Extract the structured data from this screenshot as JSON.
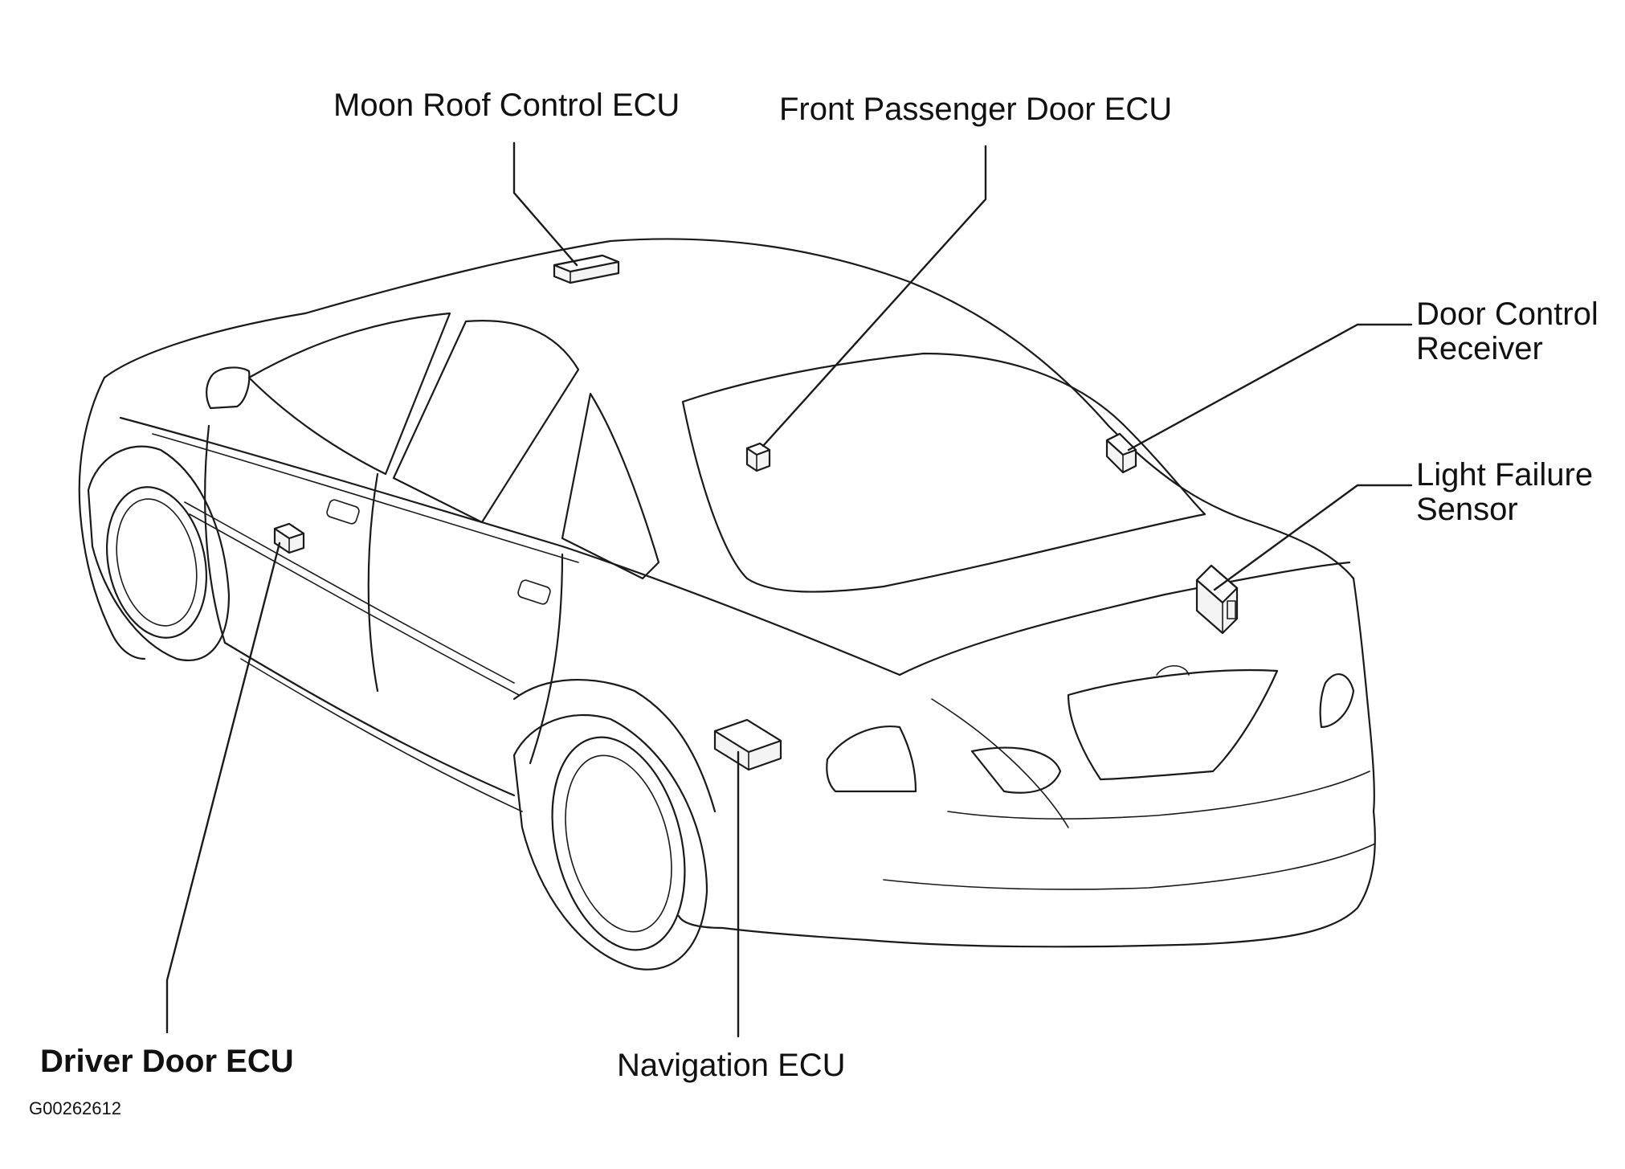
{
  "labels": {
    "moon_roof_control_ecu": "Moon Roof Control ECU",
    "front_passenger_door_ecu": "Front Passenger Door ECU",
    "door_control_receiver_line1": "Door Control",
    "door_control_receiver_line2": "Receiver",
    "light_failure_sensor_line1": "Light Failure",
    "light_failure_sensor_line2": "Sensor",
    "driver_door_ecu": "Driver Door ECU",
    "navigation_ecu": "Navigation ECU"
  },
  "figure_code": "G00262612"
}
